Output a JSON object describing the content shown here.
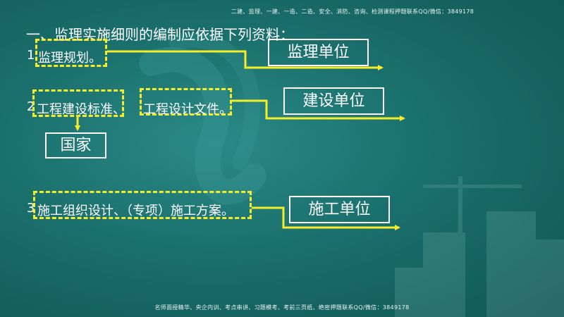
{
  "banner": {
    "top": "二建、监理、一建、一造、二造、安全、消防、咨询、检测课程押题联系QQ/微信：3849178",
    "bottom": "名师面授精华、央企内训、考点串讲、习题模考、考前三页纸、绝密押题联系QQ/微信：3849178"
  },
  "heading": "一、监理实施细则的编制应依据下列资料：",
  "rows": [
    {
      "number": "1",
      "item": "监理规划。",
      "source": "监理单位"
    },
    {
      "number": "2",
      "item": "工程建设标准、",
      "item2": "工程设计文件。",
      "sub_source": "国家",
      "source": "建设单位"
    },
    {
      "number": "3",
      "item": "施工组织设计、（专项）施工方案。",
      "source": "施工单位"
    }
  ],
  "colors": {
    "accent": "#f5ec2a",
    "box_border": "#ffffff",
    "text": "#ffffff",
    "background": "#1a6f6c"
  }
}
